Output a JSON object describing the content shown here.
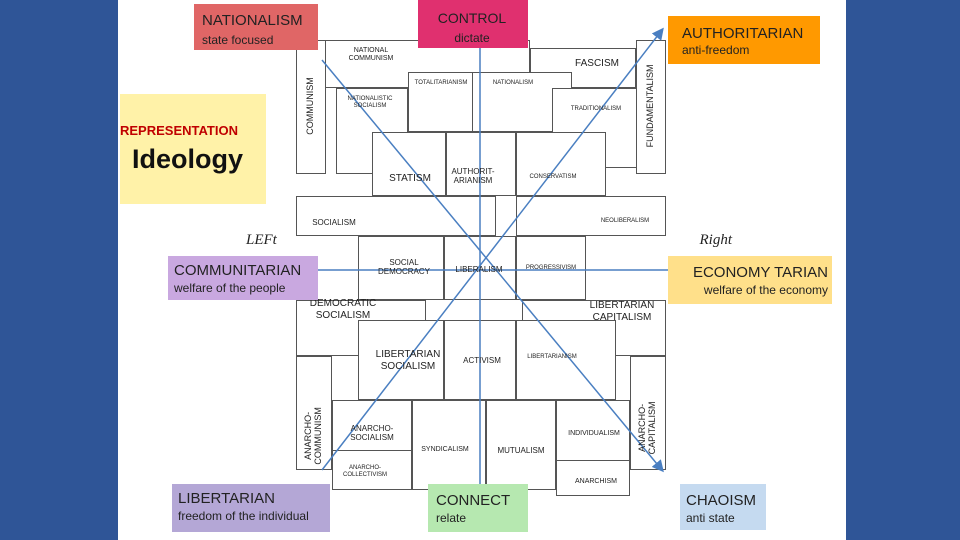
{
  "corners": {
    "nationalism": {
      "title": "NATIONALISM",
      "subtitle": "state focused",
      "color": "#e06666"
    },
    "control": {
      "title": "CONTROL",
      "subtitle": "dictate",
      "color": "#e0306f"
    },
    "authoritarian": {
      "title": "AUTHORITARIAN",
      "subtitle": "anti-freedom",
      "color": "#ff9900"
    },
    "representation": {
      "title": "REPRESENTATION",
      "subtitle": "Ideology",
      "color": "#fff2a8"
    },
    "communitarian": {
      "title": "COMMUNITARIAN",
      "subtitle": "welfare of the people",
      "color": "#c9a8e0"
    },
    "economytarian": {
      "title": "ECONOMY TARIAN",
      "subtitle": "welfare of the economy",
      "color": "#ffe08a"
    },
    "libertarian": {
      "title": "LIBERTARIAN",
      "subtitle": "freedom of the individual",
      "color": "#b4a7d6"
    },
    "connect": {
      "title": "CONNECT",
      "subtitle": "relate",
      "color": "#b6e8b0"
    },
    "chaoism": {
      "title": "CHAOISM",
      "subtitle": "anti state",
      "color": "#c5daf0"
    }
  },
  "axis": {
    "left": "LEFt",
    "right": "Right"
  },
  "ideologies": {
    "national_communism": "NATIONAL COMMUNISM",
    "fascism": "FASCISM",
    "totalitarianism": "TOTALITARIANISM",
    "nationalism": "NATIONALISM",
    "nationalistic_socialism": "NATIONALISTIC SOCIALISM",
    "traditionalism": "TRADITIONALISM",
    "communism": "COMMUNISM",
    "fundamentalism": "FUNDAMENTALISM",
    "statism": "STATISM",
    "authoritarianism": "AUTHORIT-ARIANISM",
    "conservatism": "CONSERVATISM",
    "socialism": "SOCIALISM",
    "neoliberalism": "NEOLIBERALISM",
    "social_democracy": "SOCIAL DEMOCRACY",
    "liberalism": "LIBERALISM",
    "progressivism": "PROGRESSIVISM",
    "democratic_socialism": "DEMOCRATIC SOCIALISM",
    "libertarian_capitalism": "LIBERTARIAN CAPITALISM",
    "libertarian_socialism": "LIBERTARIAN SOCIALISM",
    "activism": "ACTIVISM",
    "libertarianism": "LIBERTARIANISM",
    "anarcho_communism": "ANARCHO-COMMUNISM",
    "anarcho_capitalism": "ANARCHO-CAPITALISM",
    "anarcho_socialism": "ANARCHO-SOCIALISM",
    "individualism": "INDIVIDUALISM",
    "syndicalism": "SYNDICALISM",
    "mutualism": "MUTUALISM",
    "anarcho_collectivism": "ANARCHO-COLLECTIVISM",
    "anarchism": "ANARCHISM"
  },
  "colors": {
    "frame": "#2f5597",
    "arrow": "#4a7fc1",
    "grid": "#555555"
  }
}
